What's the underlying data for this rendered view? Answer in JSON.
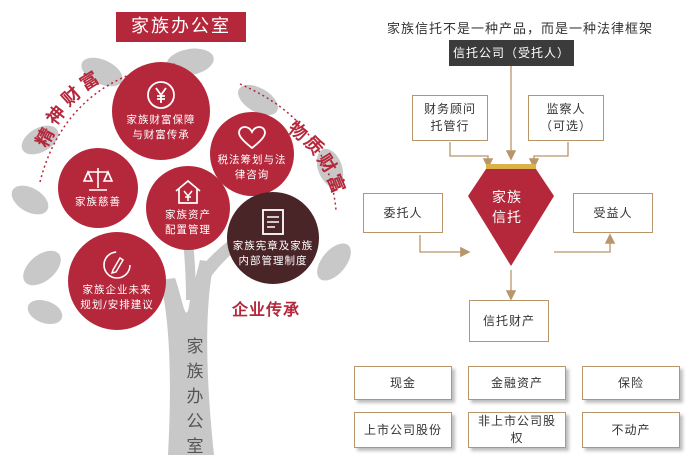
{
  "colors": {
    "accent": "#b5283c",
    "dark": "#4a2528",
    "tree": "#c8c8c8",
    "gold": "#b8956a"
  },
  "tree": {
    "title": "家族办公室",
    "arc_left": [
      "精",
      "神",
      "财",
      "富"
    ],
    "arc_right": [
      "物",
      "质",
      "财",
      "富"
    ],
    "enterprise_label": "企业传承",
    "trunk_label": [
      "家",
      "族",
      "办",
      "公",
      "室"
    ],
    "circles": {
      "wealth_protection": {
        "icon": "yen-coin-icon",
        "label": "家族财富保障\n与财富传承"
      },
      "philanthropy": {
        "icon": "scales-icon",
        "label": "家族慈善"
      },
      "tax_law": {
        "icon": "heart-icon",
        "label": "税法筹划与法\n律咨询"
      },
      "asset_management": {
        "icon": "house-yen-icon",
        "label": "家族资产\n配置管理"
      },
      "constitution": {
        "icon": "document-icon",
        "label": "家族宪章及家族\n内部管理制度"
      },
      "enterprise_future": {
        "icon": "pen-circle-icon",
        "label": "家族企业未来\n规划/安排建议"
      }
    }
  },
  "trust": {
    "heading": "家族信托不是一种产品，而是一种法律框架",
    "trust_company": "信托公司（受托人）",
    "advisor": "财务顾问\n托管行",
    "supervisor": "监察人\n（可选）",
    "settlor": "委托人",
    "center": "家族\n信托",
    "beneficiary": "受益人",
    "property": "信托财产",
    "assets": [
      "现金",
      "金融资产",
      "保险",
      "上市公司股份",
      "非上市公司股\n权",
      "不动产"
    ]
  }
}
